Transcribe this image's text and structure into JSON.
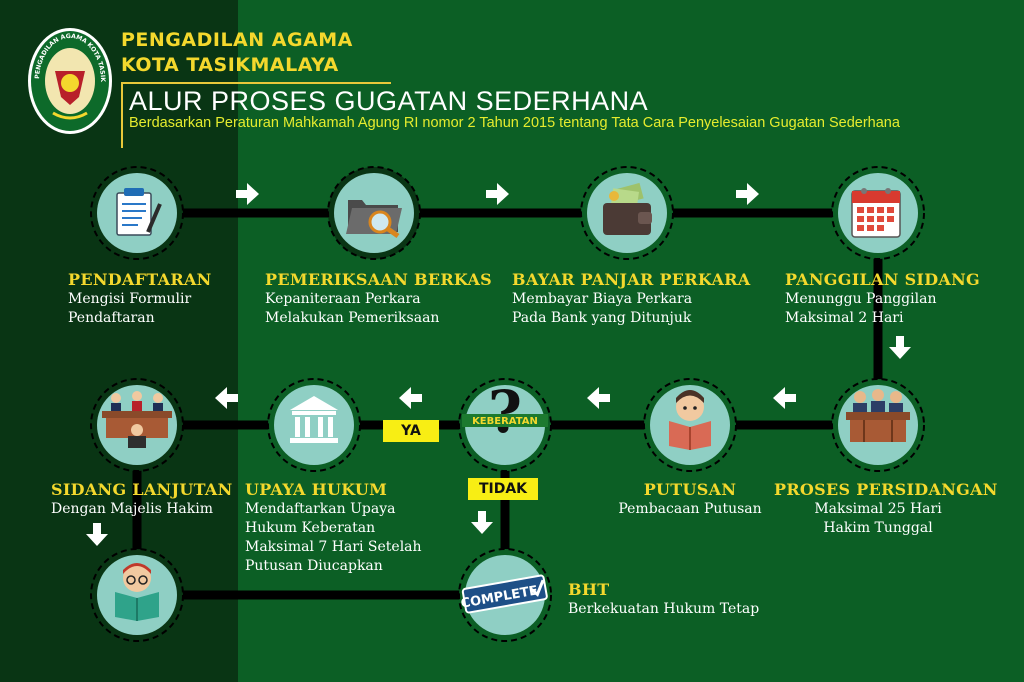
{
  "header": {
    "org_line1": "PENGADILAN AGAMA",
    "org_line2": "KOTA TASIKMALAYA",
    "logo_text": "PENGADILAN AGAMA KOTA TASIKMALAYA",
    "title": "ALUR PROSES GUGATAN SEDERHANA",
    "subtitle": "Berdasarkan Peraturan Mahkamah Agung RI nomor 2 Tahun 2015 tentang Tata Cara Penyelesaian Gugatan Sederhana"
  },
  "steps": {
    "pendaftaran": {
      "title": "PENDAFTARAN",
      "line1": "Mengisi Formulir",
      "line2": "Pendaftaran"
    },
    "pemeriksaan": {
      "title": "PEMERIKSAAN BERKAS",
      "line1": "Kepaniteraan Perkara",
      "line2": "Melakukan Pemeriksaan"
    },
    "bayar": {
      "title": "BAYAR PANJAR PERKARA",
      "line1": "Membayar Biaya Perkara",
      "line2": "Pada Bank yang Ditunjuk"
    },
    "panggilan": {
      "title": "PANGGILAN SIDANG",
      "line1": "Menunggu Panggilan",
      "line2": "Maksimal 2 Hari"
    },
    "persidangan": {
      "title": "PROSES PERSIDANGAN",
      "line1": "Maksimal 25 Hari",
      "line2": "Hakim Tunggal"
    },
    "putusan": {
      "title": "PUTUSAN",
      "line1": "Pembacaan Putusan"
    },
    "keberatan": {
      "badge": "KEBERATAN"
    },
    "upaya": {
      "title": "UPAYA HUKUM",
      "line1": "Mendaftarkan Upaya",
      "line2": "Hukum Keberatan",
      "line3": "Maksimal 7 Hari Setelah",
      "line4": "Putusan Diucapkan"
    },
    "sidang_lanjutan": {
      "title": "SIDANG LANJUTAN",
      "line1": "Dengan Majelis Hakim"
    },
    "bht": {
      "title": "BHT",
      "line1": "Berkekuatan Hukum Tetap",
      "stamp": "COMPLETE"
    }
  },
  "decisions": {
    "yes": "YA",
    "no": "TIDAK"
  },
  "icons": [
    "form-icon",
    "folder-search-icon",
    "wallet-icon",
    "calendar-icon",
    "judges-icon",
    "reader-icon",
    "question-icon",
    "courthouse-icon",
    "court-session-icon",
    "student-reading-icon",
    "complete-stamp-icon"
  ],
  "colors": {
    "dark_panel": "#093514",
    "green_panel": "#0c5f25",
    "circle_fill": "#8fcfc4",
    "label_yellow": "#f4d82d",
    "tag_yellow": "#f8ee14"
  }
}
